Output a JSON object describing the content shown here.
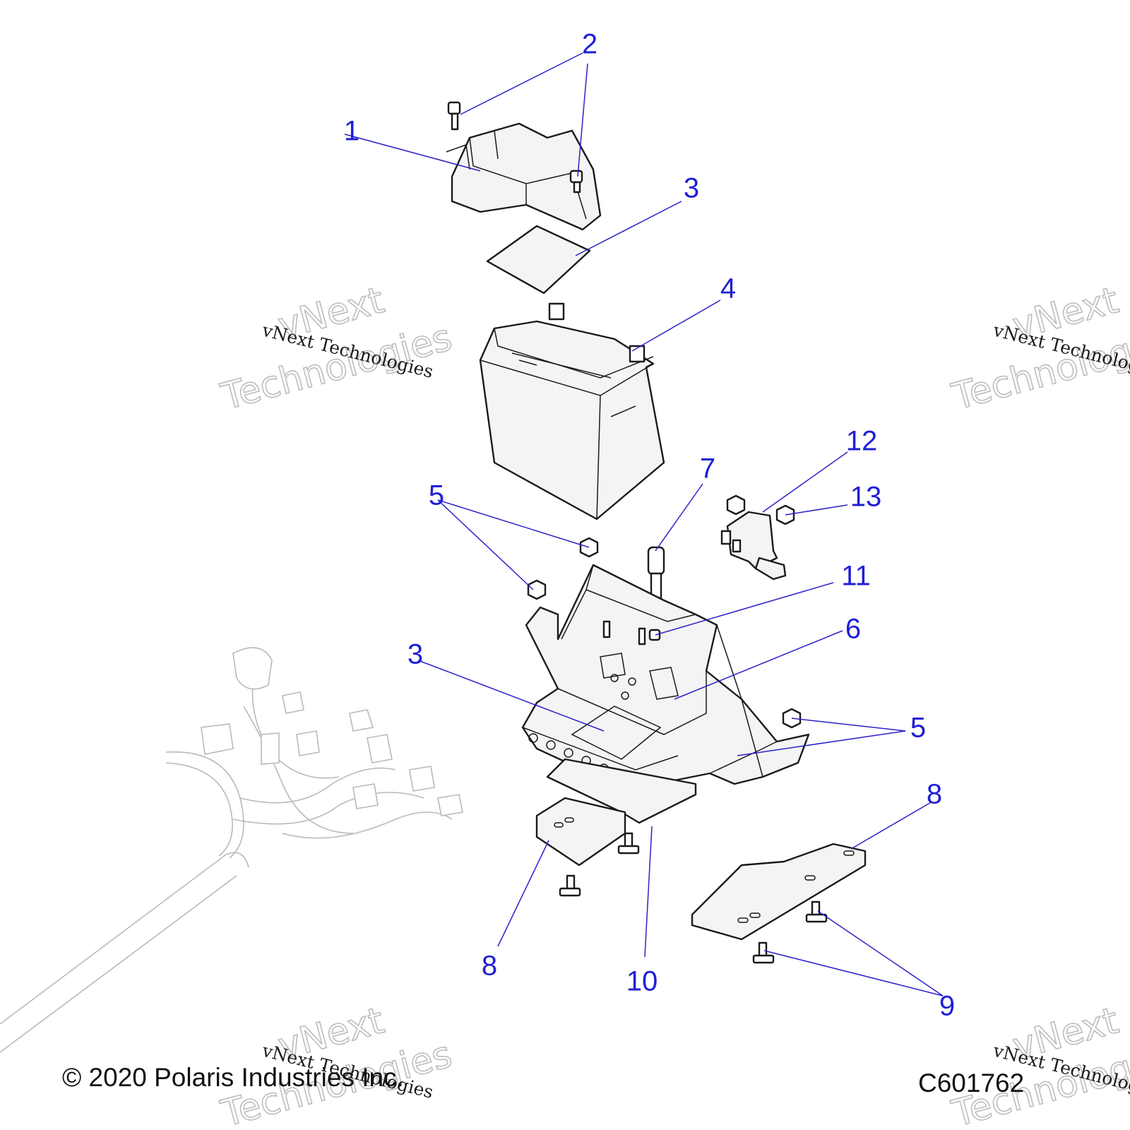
{
  "diagram": {
    "callouts": [
      {
        "id": "c1",
        "label": "1"
      },
      {
        "id": "c2",
        "label": "2"
      },
      {
        "id": "c3a",
        "label": "3"
      },
      {
        "id": "c4",
        "label": "4"
      },
      {
        "id": "c5a",
        "label": "5"
      },
      {
        "id": "c7",
        "label": "7"
      },
      {
        "id": "c12",
        "label": "12"
      },
      {
        "id": "c13",
        "label": "13"
      },
      {
        "id": "c11",
        "label": "11"
      },
      {
        "id": "c6",
        "label": "6"
      },
      {
        "id": "c3b",
        "label": "3"
      },
      {
        "id": "c5b",
        "label": "5"
      },
      {
        "id": "c8a",
        "label": "8"
      },
      {
        "id": "c8b",
        "label": "8"
      },
      {
        "id": "c10",
        "label": "10"
      },
      {
        "id": "c9",
        "label": "9"
      }
    ]
  },
  "watermark": {
    "line_big_1": "vNext",
    "line_big_2": "Technologies",
    "line_small": "vNext Technologies"
  },
  "footer": {
    "copyright": "© 2020 Polaris Industries Inc.",
    "code": "C601762"
  }
}
